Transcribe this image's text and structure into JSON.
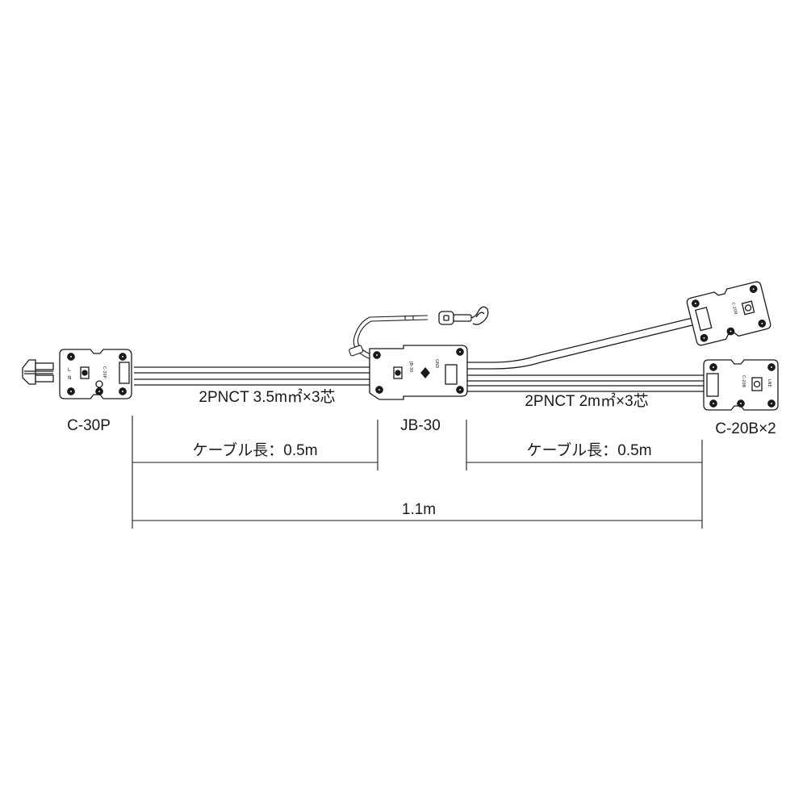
{
  "components": {
    "left_connector": "C-30P",
    "junction_box": "JB-30",
    "right_connector": "C-20B×2"
  },
  "cables": {
    "left_spec": "2PNCT 3.5m㎡×3芯",
    "right_spec": "2PNCT 2m㎡×3芯"
  },
  "dimensions": {
    "left_length": "ケーブル長：0.5m",
    "right_length": "ケーブル長：0.5m",
    "total_length": "1.1m"
  },
  "colors": {
    "line": "#1a1a1a",
    "fill": "#ffffff"
  }
}
